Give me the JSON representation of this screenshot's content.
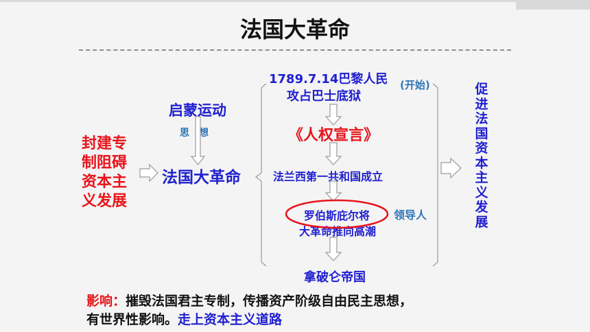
{
  "title": "法国大革命",
  "left_cause": [
    "封建专",
    "制阻碍",
    "资本主",
    "义发展"
  ],
  "enlightenment": "启蒙运动",
  "thought_label": "思　想",
  "center_node": "法国大革命",
  "timeline": {
    "event1_line1": "1789.7.14巴黎人民",
    "event1_line2": "攻占巴士底狱",
    "start_tag": "(开始)",
    "event2": "《人权宣言》",
    "event3": "法兰西第一共和国成立",
    "event4_line1": "罗伯斯庇尔将",
    "event4_line2": "大革命推向高潮",
    "leader_tag": "领导人",
    "event5": "拿破仑帝国"
  },
  "result_vertical": "促进法国资本主义发展",
  "impact": {
    "label": "影响：",
    "text1": "摧毁法国君主专制，传播资产阶级自由民主思想，",
    "text2": "有世界性影响。",
    "highlight": "走上资本主义道路"
  },
  "colors": {
    "red": "#e8141b",
    "blue": "#1f1fd0",
    "steel": "#2e75b6",
    "black": "#111111"
  }
}
